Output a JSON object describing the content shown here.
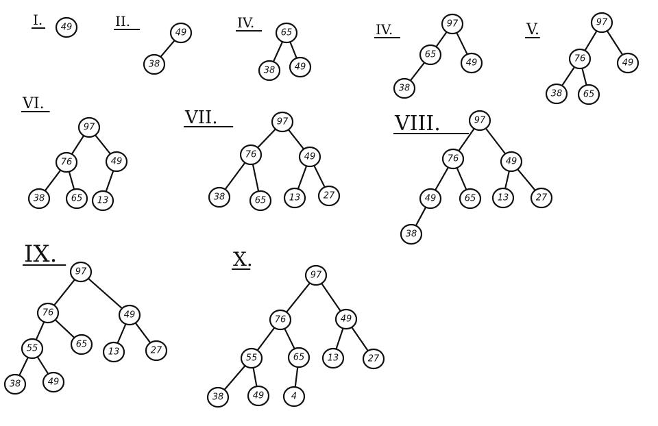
{
  "steps": [
    {
      "label": "I.",
      "nodes": [
        "49"
      ],
      "edges": []
    },
    {
      "label": "II.",
      "nodes": [
        "49",
        "38"
      ],
      "edges": [
        [
          0,
          1
        ]
      ]
    },
    {
      "label": "IV.",
      "nodes": [
        "65",
        "38",
        "49"
      ],
      "edges": [
        [
          0,
          1
        ],
        [
          0,
          2
        ]
      ]
    },
    {
      "label": "IV.",
      "nodes": [
        "97",
        "65",
        "49",
        "38"
      ],
      "edges": [
        [
          0,
          1
        ],
        [
          0,
          2
        ],
        [
          1,
          3
        ]
      ]
    },
    {
      "label": "V.",
      "nodes": [
        "97",
        "76",
        "49",
        "38",
        "65"
      ],
      "edges": [
        [
          0,
          1
        ],
        [
          0,
          2
        ],
        [
          1,
          3
        ],
        [
          1,
          4
        ]
      ]
    },
    {
      "label": "VI.",
      "nodes": [
        "97",
        "76",
        "49",
        "38",
        "65",
        "13"
      ],
      "edges": [
        [
          0,
          1
        ],
        [
          0,
          2
        ],
        [
          1,
          3
        ],
        [
          1,
          4
        ],
        [
          2,
          5
        ]
      ]
    },
    {
      "label": "VII.",
      "nodes": [
        "97",
        "76",
        "49",
        "38",
        "65",
        "13",
        "27"
      ],
      "edges": [
        [
          0,
          1
        ],
        [
          0,
          2
        ],
        [
          1,
          3
        ],
        [
          1,
          4
        ],
        [
          2,
          5
        ],
        [
          2,
          6
        ]
      ]
    },
    {
      "label": "VIII.",
      "nodes": [
        "97",
        "76",
        "49",
        "49",
        "65",
        "13",
        "27",
        "38"
      ],
      "edges": [
        [
          0,
          1
        ],
        [
          0,
          2
        ],
        [
          1,
          3
        ],
        [
          1,
          4
        ],
        [
          2,
          5
        ],
        [
          2,
          6
        ],
        [
          3,
          7
        ]
      ]
    },
    {
      "label": "IX.",
      "nodes": [
        "97",
        "76",
        "49",
        "55",
        "65",
        "13",
        "27",
        "38",
        "49"
      ],
      "edges": [
        [
          0,
          1
        ],
        [
          0,
          2
        ],
        [
          1,
          3
        ],
        [
          1,
          4
        ],
        [
          2,
          5
        ],
        [
          2,
          6
        ],
        [
          3,
          7
        ],
        [
          3,
          8
        ]
      ]
    },
    {
      "label": "X.",
      "nodes": [
        "97",
        "76",
        "49",
        "55",
        "65",
        "13",
        "27",
        "38",
        "49",
        "4"
      ],
      "edges": [
        [
          0,
          1
        ],
        [
          0,
          2
        ],
        [
          1,
          3
        ],
        [
          1,
          4
        ],
        [
          2,
          5
        ],
        [
          2,
          6
        ],
        [
          3,
          7
        ],
        [
          3,
          8
        ],
        [
          4,
          9
        ]
      ]
    }
  ]
}
